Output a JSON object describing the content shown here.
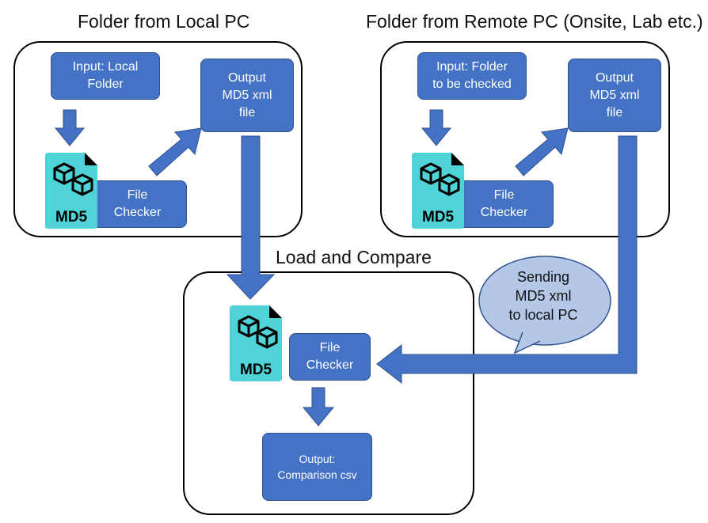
{
  "titles": {
    "local": "Folder from Local PC",
    "remote": "Folder from Remote PC (Onsite, Lab etc.)",
    "compare": "Load and Compare"
  },
  "local": {
    "input": "Input: Local\nFolder",
    "checker": "File\nChecker",
    "output": "Output\nMD5 xml\nfile",
    "icon_label": "MD5"
  },
  "remote": {
    "input": "Input: Folder\nto be checked",
    "checker": "File\nChecker",
    "output": "Output\nMD5 xml\nfile",
    "icon_label": "MD5"
  },
  "compare": {
    "checker": "File\nChecker",
    "output": "Output:\nComparison csv",
    "icon_label": "MD5"
  },
  "bubble": "Sending\nMD5 xml\nto local PC",
  "colors": {
    "box_fill": "#4472c4",
    "box_border": "#2f528f",
    "arrow": "#4472c4",
    "icon_teal": "#4fd3d6",
    "bubble_fill": "#b4c7e7"
  }
}
